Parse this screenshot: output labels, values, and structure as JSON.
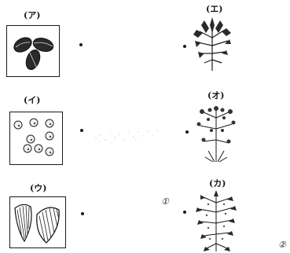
{
  "seeds": [
    {
      "label": "(ア)"
    },
    {
      "label": "(イ)"
    },
    {
      "label": "(ウ)"
    }
  ],
  "plants": [
    {
      "label": "(エ)"
    },
    {
      "label": "(オ)"
    },
    {
      "label": "(カ)"
    }
  ],
  "markers": {
    "left": "①",
    "right": "②"
  }
}
